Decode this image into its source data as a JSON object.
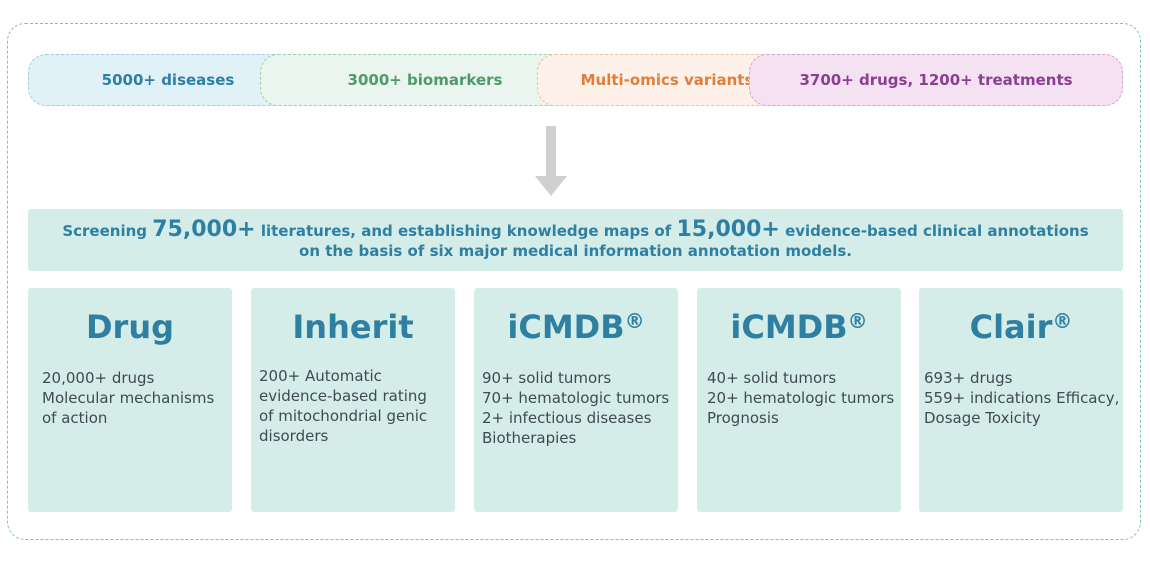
{
  "categories": [
    {
      "label": "5000+ diseases",
      "color": "#2e7fa6"
    },
    {
      "label": "3000+ biomarkers",
      "color": "#4e9a6b"
    },
    {
      "label": "Multi-omics variants",
      "color": "#e07f3c"
    },
    {
      "label": "3700+ drugs, 1200+ treatments",
      "color": "#8e3d95"
    }
  ],
  "banner": {
    "prefix": "Screening ",
    "literatures": "75,000+",
    "middle": " literatures, and establishing knowledge maps of ",
    "annotations": "15,000+",
    "suffix": " evidence-based clinical annotations",
    "line2": "on the basis of six major medical information annotation models."
  },
  "cards": [
    {
      "title": "Drug",
      "reg": "",
      "lines": [
        "20,000+ drugs",
        "Molecular mechanisms",
        "of action"
      ]
    },
    {
      "title": "Inherit",
      "reg": "",
      "lines": [
        "200+ Automatic",
        "evidence-based rating",
        "of mitochondrial genic",
        "disorders"
      ]
    },
    {
      "title": "iCMDB",
      "reg": "®",
      "lines": [
        "90+ solid tumors",
        "70+ hematologic tumors",
        "2+ infectious diseases",
        "Biotherapies"
      ]
    },
    {
      "title": "iCMDB",
      "reg": "®",
      "lines": [
        "40+ solid tumors",
        "20+ hematologic tumors",
        "Prognosis"
      ]
    },
    {
      "title": "Clair",
      "reg": "®",
      "lines": [
        "693+ drugs",
        "559+ indications Efficacy,",
        "Dosage Toxicity"
      ]
    }
  ],
  "colors": {
    "accent": "#2f7fa2",
    "panel": "#d4ede8",
    "frame": "#7fc7a3",
    "arrow": "#d0d0d0"
  },
  "icons": {
    "flow": "down-arrow-icon"
  }
}
